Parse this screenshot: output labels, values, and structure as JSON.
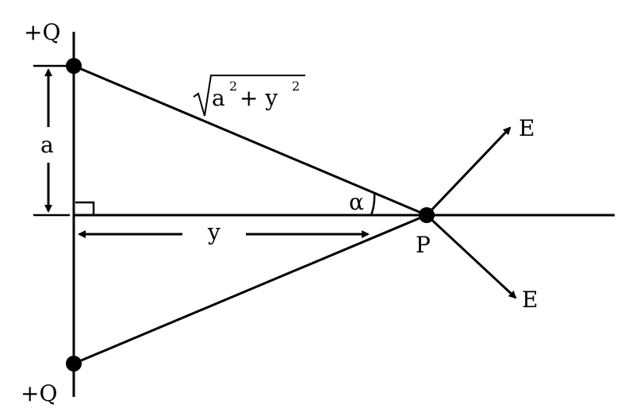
{
  "diagram": {
    "charge_top_label": "+Q",
    "charge_bottom_label": "+Q",
    "a_label": "a",
    "y_label": "y",
    "alpha_label": "α",
    "p_label": "P",
    "e_top_label": "E",
    "e_bottom_label": "E",
    "hyp_a": "a",
    "hyp_plus": "+ y",
    "hyp_exp1": "2",
    "hyp_exp2": "2"
  },
  "colors": {
    "ink": "#000000",
    "background": "#ffffff"
  }
}
